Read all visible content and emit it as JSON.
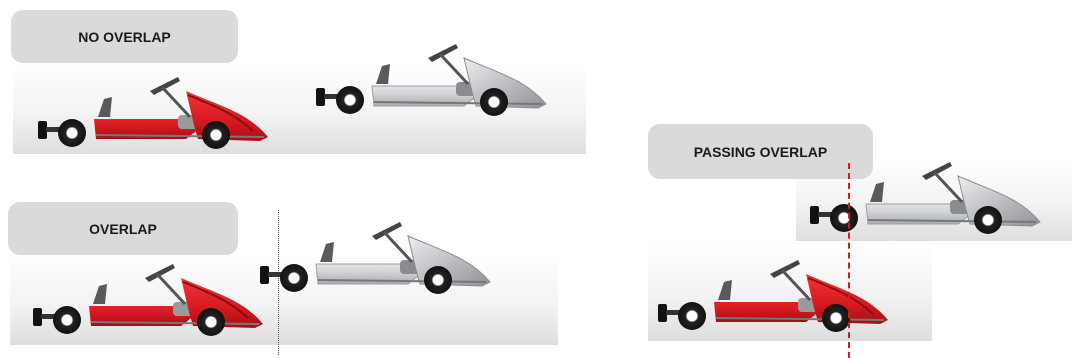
{
  "labels": {
    "no_overlap": "NO OVERLAP",
    "overlap": "OVERLAP",
    "passing_overlap": "PASSING OVERLAP"
  },
  "colors": {
    "red_kart": "#e01a1e",
    "grey_kart": "#d7d9dc",
    "tag_bg": "#dadada",
    "guide_red": "#d71920",
    "guide_grey": "#555555"
  }
}
